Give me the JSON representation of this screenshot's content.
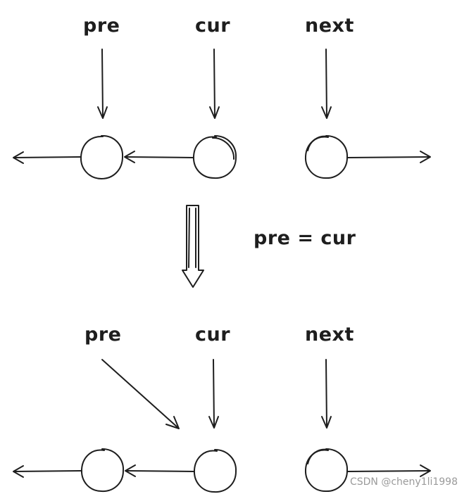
{
  "top": {
    "pre_label": "pre",
    "cur_label": "cur",
    "next_label": "next"
  },
  "transition": {
    "label": "pre = cur"
  },
  "bottom": {
    "pre_label": "pre",
    "cur_label": "cur",
    "next_label": "next"
  },
  "watermark": "CSDN @cheny1li1998"
}
